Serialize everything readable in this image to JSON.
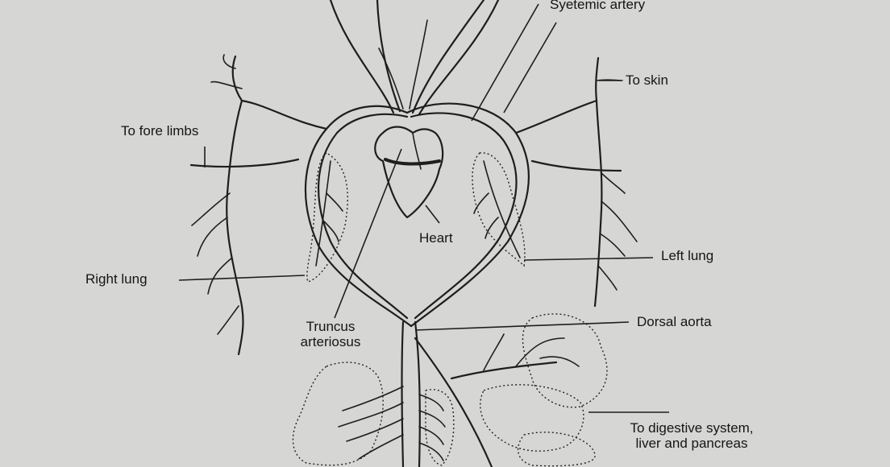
{
  "labels": {
    "systemic_artery": "Syetemic artery",
    "to_skin": "To skin",
    "to_fore_limbs": "To fore limbs",
    "heart": "Heart",
    "left_lung": "Left lung",
    "right_lung": "Right lung",
    "dorsal_aorta": "Dorsal aorta",
    "truncus_line1": "Truncus",
    "truncus_line2": "arteriosus",
    "digestive_line1": "To digestive system,",
    "digestive_line2": "liver and pancreas"
  },
  "colors": {
    "paper": "#d6d6d4",
    "ink": "#1e1e1e"
  }
}
